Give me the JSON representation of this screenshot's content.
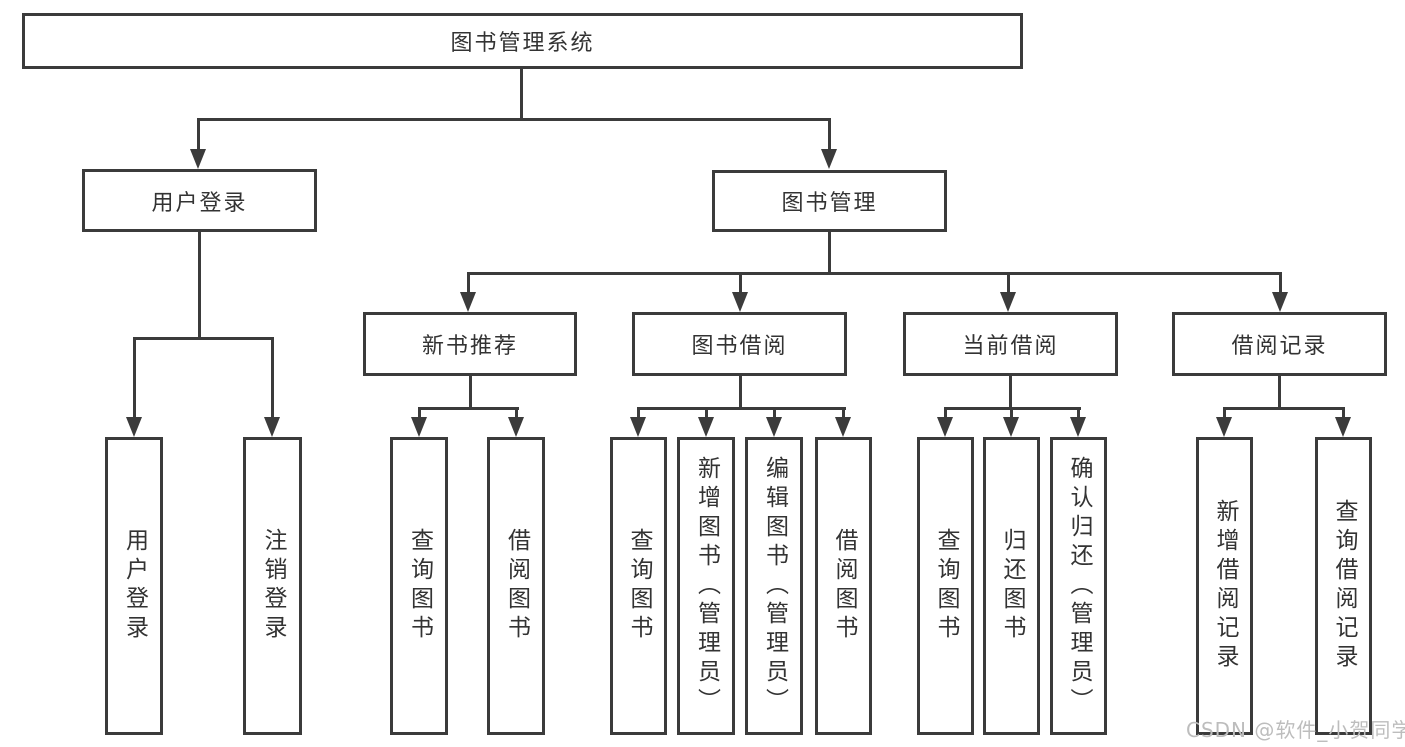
{
  "tree": {
    "label": "图书管理系统",
    "children": [
      {
        "label": "用户登录",
        "children": [
          {
            "label": "用户登录"
          },
          {
            "label": "注销登录"
          }
        ]
      },
      {
        "label": "图书管理",
        "children": [
          {
            "label": "新书推荐",
            "children": [
              {
                "label": "查询图书"
              },
              {
                "label": "借阅图书"
              }
            ]
          },
          {
            "label": "图书借阅",
            "children": [
              {
                "label": "查询图书"
              },
              {
                "label": "新增图书（管理员）"
              },
              {
                "label": "编辑图书（管理员）"
              },
              {
                "label": "借阅图书"
              }
            ]
          },
          {
            "label": "当前借阅",
            "children": [
              {
                "label": "查询图书"
              },
              {
                "label": "归还图书"
              },
              {
                "label": "确认归还（管理员）"
              }
            ]
          },
          {
            "label": "借阅记录",
            "children": [
              {
                "label": "新增借阅记录"
              },
              {
                "label": "查询借阅记录"
              }
            ]
          }
        ]
      }
    ]
  },
  "watermark": {
    "text": "CSDN @软件_小贺同学"
  },
  "colors": {
    "line": "#3b3b3b",
    "text": "#333333",
    "bg": "#ffffff",
    "watermark": "#bdbdbd"
  }
}
